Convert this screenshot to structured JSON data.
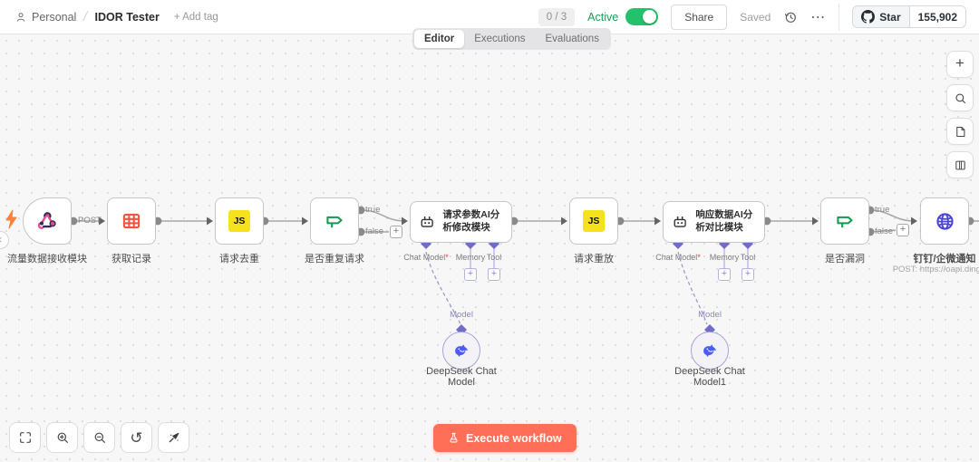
{
  "header": {
    "breadcrumb": {
      "project": "Personal",
      "separator": "/",
      "workflow_name": "IDOR Tester",
      "add_tag_label": "+ Add tag"
    },
    "usage_badge": "0 / 3",
    "active_label": "Active",
    "share_label": "Share",
    "saved_label": "Saved",
    "github": {
      "star_label": "Star",
      "star_count": "155,902"
    }
  },
  "tabs": {
    "editor": "Editor",
    "executions": "Executions",
    "evaluations": "Evaluations"
  },
  "workflow": {
    "nodes": [
      {
        "label": "流量数据接收模块",
        "type": "webhook-trigger"
      },
      {
        "label": "获取记录",
        "type": "data-table"
      },
      {
        "label": "请求去重",
        "type": "code"
      },
      {
        "label": "是否重复请求",
        "type": "if"
      },
      {
        "label": "请求参数AI分析修改模块",
        "type": "ai-agent"
      },
      {
        "label": "请求重放",
        "type": "code"
      },
      {
        "label": "响应数据AI分析对比模块",
        "type": "ai-agent"
      },
      {
        "label": "是否漏洞",
        "type": "if"
      },
      {
        "label": "钉钉/企微通知",
        "subtitle": "POST: https://oapi.dingtalk.",
        "type": "http-request"
      },
      {
        "label": "DeepSeek Chat Model",
        "type": "chat-model"
      },
      {
        "label": "DeepSeek Chat Model1",
        "type": "chat-model"
      }
    ],
    "edge_labels": {
      "post": "POST",
      "true_label": "true",
      "false_label": "false",
      "model": "Model"
    },
    "ai_ports": {
      "chat_model": "Chat Model",
      "required_marker": "*",
      "memory": "Memory",
      "tool": "Tool"
    },
    "code_icon_text": "JS"
  },
  "controls": {
    "execute_label": "Execute workflow"
  },
  "icons": {
    "plus": "+",
    "more": "⋯",
    "collapse": "‹",
    "undo": "↺"
  },
  "colors": {
    "accent": "#ff6e56",
    "active_toggle": "#23c16b",
    "if_green": "#149a4e",
    "js_yellow": "#f5e11c",
    "table_red": "#f0533f",
    "webhook_pink": "#e8488c",
    "http_indigo": "#4845d6",
    "model_indigo": "#706cc8",
    "deepseek_blue": "#4c5bf8"
  }
}
